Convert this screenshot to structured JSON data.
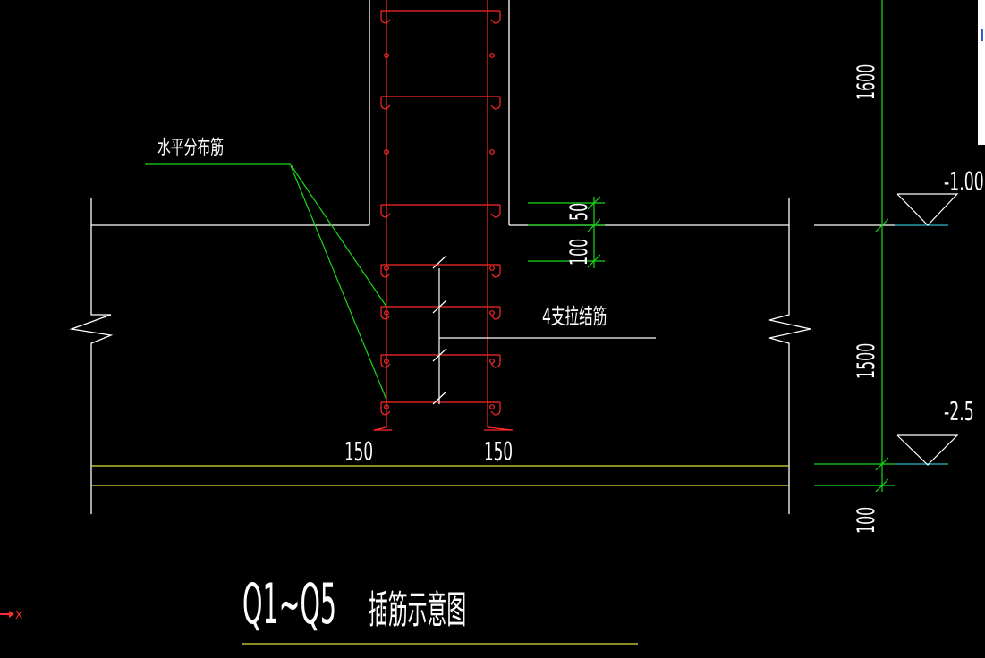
{
  "labels": {
    "horizontal_rebar": "水平分布筋",
    "tie_bar": "4支拉结筋",
    "dim_left_150": "150",
    "dim_right_150": "150",
    "dim_50": "50",
    "dim_100_upper": "100",
    "dim_1600": "1600",
    "dim_1500": "1500",
    "dim_100_lower": "100",
    "elev_upper": "-1.00",
    "elev_lower": "-2.5",
    "title_code": "Q1~Q5",
    "title_text": "插筋示意图",
    "axis_x": "X"
  },
  "colors": {
    "background": "#000000",
    "outline": "#ffffff",
    "rebar": "#ff2a2a",
    "leader": "#19d919",
    "slab": "#e6dd3c",
    "elevation_line": "#2ab8c8",
    "palette_panel": "#ffffff"
  }
}
